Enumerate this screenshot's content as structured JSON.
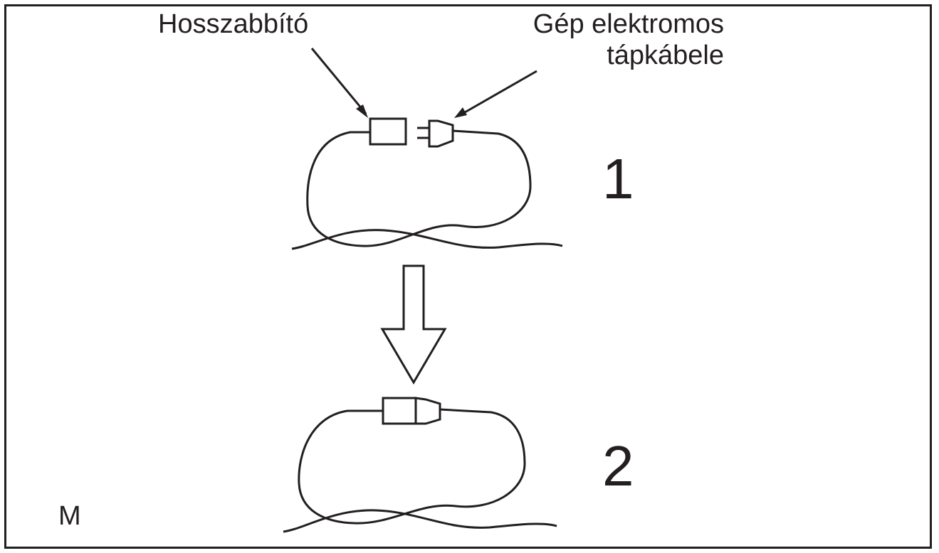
{
  "labels": {
    "extension_cord": "Hosszabbító",
    "machine_power_cable_line1": "Gép elektromos",
    "machine_power_cable_line2": "tápkábele"
  },
  "steps": {
    "first": "1",
    "second": "2"
  },
  "figure_code": "M",
  "colors": {
    "stroke": "#231f20",
    "background": "#ffffff"
  }
}
